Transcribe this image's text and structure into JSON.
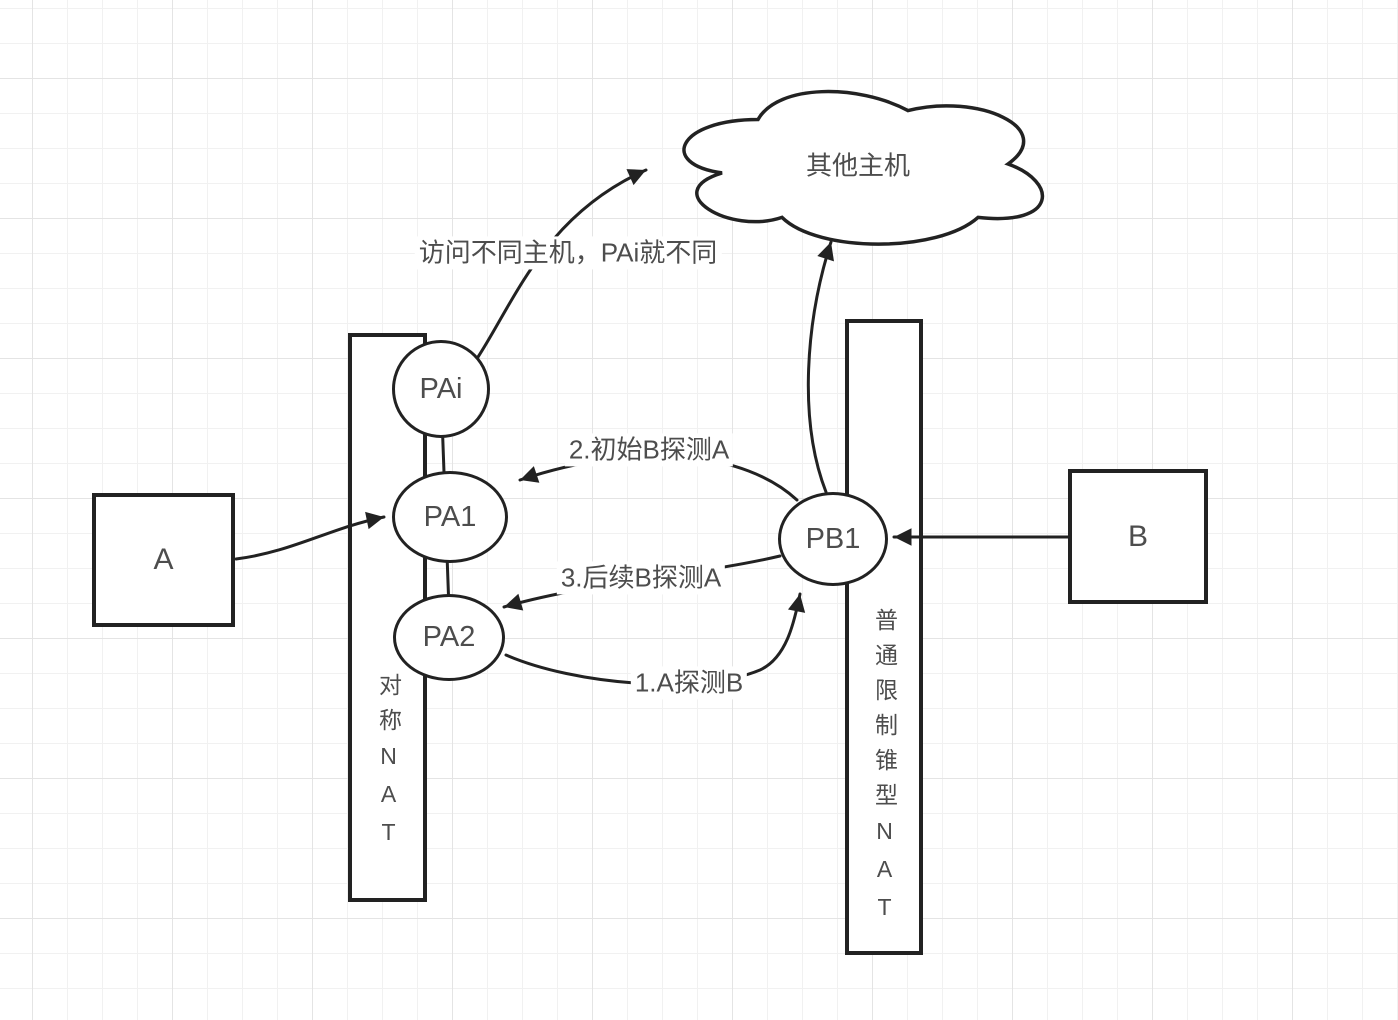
{
  "nodes": {
    "cloud": {
      "label": "其他主机"
    },
    "host_a": {
      "label": "A"
    },
    "host_b": {
      "label": "B"
    },
    "nat_left": {
      "label": "对称NAT"
    },
    "nat_right": {
      "label": "普通限制锥型NAT"
    },
    "pai": {
      "label": "PAi"
    },
    "pa1": {
      "label": "PA1"
    },
    "pa2": {
      "label": "PA2"
    },
    "pb1": {
      "label": "PB1"
    }
  },
  "edge_labels": {
    "pai_note": "访问不同主机，PAi就不同",
    "step2": "2.初始B探测A",
    "step3": "3.后续B探测A",
    "step1": "1.A探测B"
  },
  "colors": {
    "stroke": "#222222",
    "text": "#4d4d4d",
    "background": "#ffffff",
    "grid_minor": "#f1f1f1",
    "grid_major": "#e4e4e4"
  }
}
